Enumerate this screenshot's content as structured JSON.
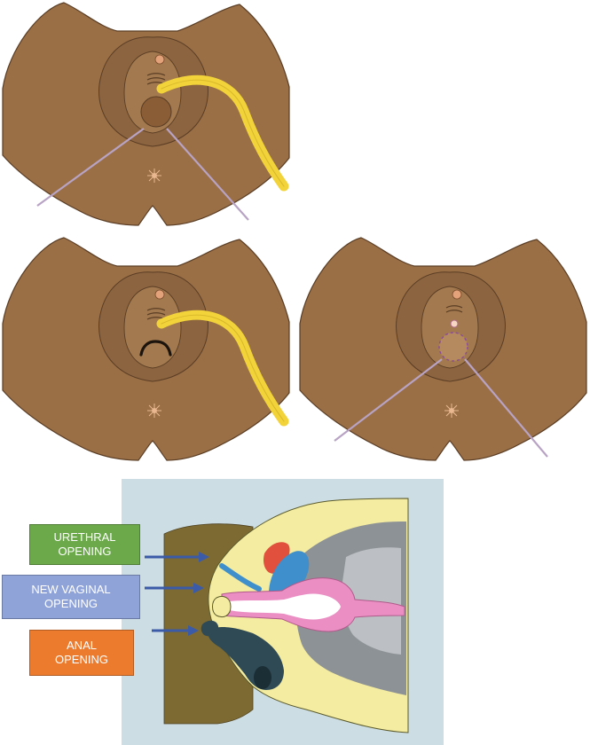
{
  "labels": {
    "urethral": "URETHRAL\nOPENING",
    "vaginal": "NEW VAGINAL\nOPENING",
    "anal": "ANAL\nOPENING"
  },
  "colors": {
    "skin": "#9a6f46",
    "skin_dark": "#7e5530",
    "skin_light": "#ac8357",
    "outline": "#5a3d24",
    "catheter": "#f2d33a",
    "box_urethral": "#6ba94a",
    "box_vaginal": "#8fa3d9",
    "box_anal": "#ed7b2e",
    "arrow": "#3b5ba8",
    "section_bg": "#cddde4",
    "tissue_yellow": "#f4eca0",
    "bladder": "#3e8fcc",
    "uterus": "#ea8ec4",
    "rectum": "#2f4a55",
    "pubic_bone": "#e0503c",
    "cavity_gray": "#8d9296",
    "body_brown": "#7d6a32"
  },
  "icons": [
    "catheter-tube",
    "retractor-suture",
    "anus-star-icon",
    "urethral-meatus-icon",
    "arrow-icon"
  ]
}
